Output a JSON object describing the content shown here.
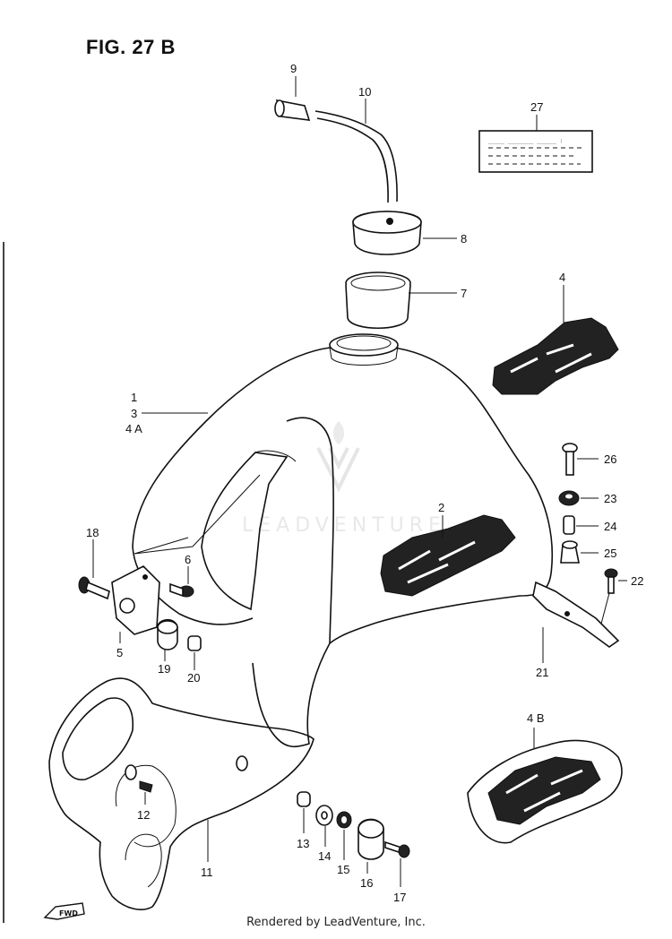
{
  "figure": {
    "title": "FIG. 27 B",
    "footer": "Rendered by LeadVenture, Inc.",
    "watermark": "LEADVENTURE",
    "label_27_text": "_____ ________ ______ :",
    "fwd_marker": "FWD"
  },
  "parts": {
    "p1": "1",
    "p3": "3",
    "p4a": "4 A",
    "p2": "2",
    "p4": "4",
    "p4b": "4 B",
    "p5": "5",
    "p6": "6",
    "p7": "7",
    "p8": "8",
    "p9": "9",
    "p10": "10",
    "p11": "11",
    "p12": "12",
    "p13": "13",
    "p14": "14",
    "p15": "15",
    "p16": "16",
    "p17": "17",
    "p18": "18",
    "p19": "19",
    "p20": "20",
    "p21": "21",
    "p22": "22",
    "p23": "23",
    "p24": "24",
    "p25": "25",
    "p26": "26",
    "p27": "27"
  }
}
